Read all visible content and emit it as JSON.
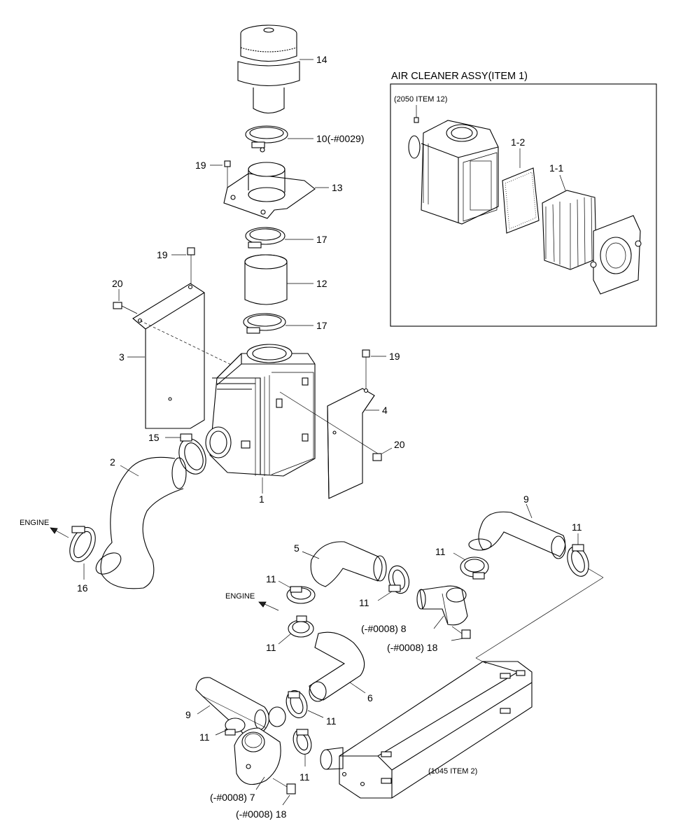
{
  "inset": {
    "title": "AIR CLEANER ASSY(ITEM 1)",
    "ref_note": "(2050 ITEM 12)",
    "labels": [
      "1-2",
      "1-1"
    ]
  },
  "callouts": {
    "l14": "14",
    "l10": "10(-#0029)",
    "l19a": "19",
    "l13": "13",
    "l17a": "17",
    "l19b": "19",
    "l20a": "20",
    "l12": "12",
    "l17b": "17",
    "l3": "3",
    "l19c": "19",
    "l4": "4",
    "l15": "15",
    "l20b": "20",
    "l2": "2",
    "l1": "1",
    "l9a": "9",
    "l11a": "11",
    "l5": "5",
    "l11b": "11",
    "l16": "16",
    "l11c": "11",
    "l11d": "11",
    "l8": "(-#0008) 8",
    "l18a": "(-#0008) 18",
    "l11e": "11",
    "l6": "6",
    "l9b": "9",
    "l11f": "11",
    "l11g": "11",
    "l11h": "11",
    "l7": "(-#0008) 7",
    "l18b": "(-#0008) 18",
    "intercooler_note": "(1045 ITEM 2)"
  },
  "engine_labels": [
    "ENGINE",
    "ENGINE"
  ]
}
